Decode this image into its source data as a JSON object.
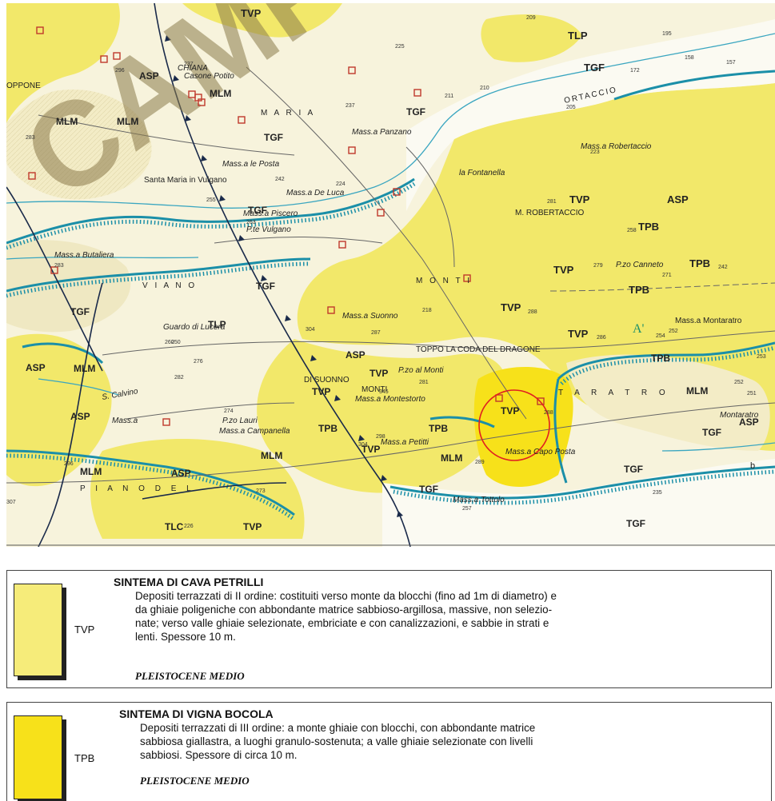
{
  "map": {
    "colors": {
      "yellow": "#f2e86a",
      "cream": "#f3ecc6",
      "pale": "#f7f3dc",
      "river": "#1b8fa8",
      "terrace": "#1b8fa8",
      "pink_red": "#c0392b",
      "road_dark": "#1a2a4a",
      "watermark": "#8a7a4a",
      "circle": "#e02020"
    },
    "watermark": "CAMPO",
    "unit_labels": [
      "TVP",
      "TLP",
      "TGF",
      "ASP",
      "MLM",
      "TGF",
      "TGF",
      "ASP",
      "MLM",
      "TVP",
      "TPB",
      "TVP",
      "TPB",
      "TVP",
      "TVP",
      "TPB",
      "TGF",
      "TLP",
      "TGF",
      "ASP",
      "MLM",
      "ASP",
      "TVP",
      "TVP",
      "TVP",
      "MLM",
      "TPB",
      "TPB",
      "MLM",
      "TVP",
      "TPB",
      "MLM",
      "ASP",
      "TGF",
      "TGF",
      "MLM",
      "ASP",
      "TVP",
      "TLC",
      "TGF",
      "TGF",
      "ASP",
      "MLM",
      "TGF"
    ],
    "place_names": [
      "CHIANA",
      "Casone Potito",
      "OPPONE",
      "M  A  R  I  A",
      "Mass.a Panzano",
      "Mass.a le Posta",
      "Santa Maria in Vulgano",
      "Mass.a Piscero",
      "P.te Vulgano",
      "Mass.a De Luca",
      "Mass.a Butaliera",
      "V  I  A  N  O",
      "la Fontanella",
      "Mass.a Robertaccio",
      "M. ROBERTACCIO",
      "P.zo Canneto",
      "Mass.a Montaratro",
      "Guardo di Lucera",
      "Mass.a Suonno",
      "M  O  N  T  I",
      "TOPPO LA CODA DEL DRAGONE",
      "P.zo al Monti",
      "DI SUONNO",
      "MONTI",
      "Mass.a Montestorto",
      "P.zo Lauri",
      "Mass.a Campanella",
      "Mass.a Petitti",
      "Mass.a Capo Posta",
      "Mass.a Tottolo",
      "P I A N O   D E L",
      "T  A  R  A  T  R  O",
      "Montaratro",
      "ORTACCIO",
      "S. Calvino",
      "Mass.a"
    ],
    "section_markers": [
      "A'",
      "b"
    ],
    "spot_heights": [
      "209",
      "296",
      "283",
      "237",
      "242",
      "255",
      "263",
      "283",
      "210",
      "205",
      "223",
      "281",
      "258",
      "279",
      "252",
      "242",
      "271",
      "288",
      "286",
      "254",
      "237",
      "287",
      "252",
      "304",
      "218",
      "250",
      "274",
      "345",
      "281",
      "296",
      "276",
      "282",
      "307",
      "304",
      "226",
      "257",
      "288",
      "225",
      "253",
      "260",
      "298",
      "289",
      "273",
      "235",
      "251",
      "224",
      "211",
      "172",
      "158",
      "157",
      "195"
    ]
  },
  "legend": [
    {
      "code": "TVP",
      "title": "SINTEMA DI CAVA PETRILLI",
      "lines": [
        "Depositi terrazzati di II ordine: costituiti verso monte da blocchi (fino ad 1m di diametro) e",
        "da ghiaie poligeniche con abbondante matrice sabbioso-argillosa, massive, non selezio-",
        "nate; verso valle ghiaie selezionate, embriciate e con canalizzazioni, e sabbie in strati e",
        "lenti. Spessore 10 m."
      ],
      "age": "PLEISTOCENE MEDIO",
      "color": "#f6ec7a"
    },
    {
      "code": "TPB",
      "title": "SINTEMA DI VIGNA BOCOLA",
      "lines": [
        "Depositi terrazzati di III ordine: a monte ghiaie con blocchi, con abbondante matrice",
        "sabbiosa giallastra, a luoghi granulo-sostenuta; a valle ghiaie selezionate con livelli",
        "sabbiosi. Spessore di circa 10 m."
      ],
      "age": "PLEISTOCENE MEDIO",
      "color": "#f7e11a"
    }
  ]
}
